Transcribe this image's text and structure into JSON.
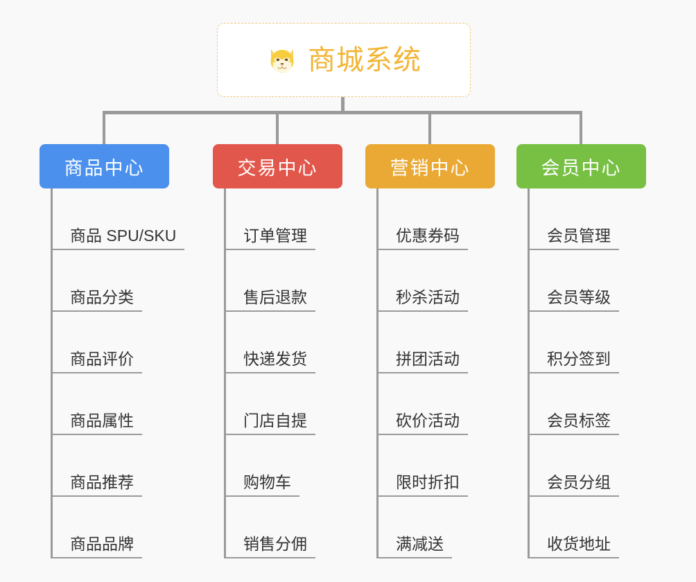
{
  "background_color": "#f9f9f9",
  "root": {
    "icon": "shiba-dog-face-icon",
    "title": "商城系统",
    "title_color": "#f2b535",
    "border_color": "#eec77a"
  },
  "branches": [
    {
      "label": "商品中心",
      "color": "#4a90ec",
      "items": [
        "商品 SPU/SKU",
        "商品分类",
        "商品评价",
        "商品属性",
        "商品推荐",
        "商品品牌"
      ]
    },
    {
      "label": "交易中心",
      "color": "#e2574c",
      "items": [
        "订单管理",
        "售后退款",
        "快递发货",
        "门店自提",
        "购物车",
        "销售分佣"
      ]
    },
    {
      "label": "营销中心",
      "color": "#eaa935",
      "items": [
        "优惠券码",
        "秒杀活动",
        "拼团活动",
        "砍价活动",
        "限时折扣",
        "满减送"
      ]
    },
    {
      "label": "会员中心",
      "color": "#77c043",
      "items": [
        "会员管理",
        "会员等级",
        "积分签到",
        "会员标签",
        "会员分组",
        "收货地址"
      ]
    }
  ],
  "connector_color": "#9a9a9a",
  "leaf_text_color": "#333333"
}
